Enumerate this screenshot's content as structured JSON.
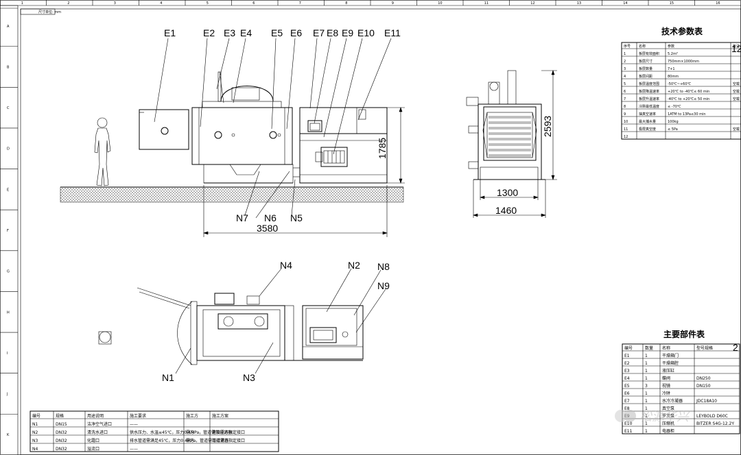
{
  "frame": {
    "top_ruler": [
      "1",
      "2",
      "3",
      "4",
      "5",
      "6",
      "7",
      "8",
      "9",
      "10",
      "11",
      "12",
      "13",
      "14",
      "15",
      "16"
    ],
    "side_ruler": [
      "A",
      "B",
      "C",
      "D",
      "E",
      "F",
      "G",
      "H",
      "I",
      "J",
      "K"
    ],
    "corner_note": "尺寸单位: mm"
  },
  "elevation": {
    "callouts": [
      "E1",
      "E2",
      "E3",
      "E4",
      "E5",
      "E6",
      "E7",
      "E8",
      "E9",
      "E10",
      "E11"
    ],
    "bottom_callouts": [
      "N7",
      "N6",
      "N5"
    ],
    "dim_length": "3580",
    "dim_height": "1785"
  },
  "side_view": {
    "dim_height": "2593",
    "dim_inner_width": "1300",
    "dim_outer_width": "1460"
  },
  "plan_view": {
    "callouts": [
      "N4",
      "N2",
      "N8",
      "N9",
      "N1",
      "N3"
    ]
  },
  "tech_table": {
    "title": "技术参数表",
    "headers": [
      "序号",
      "名称",
      "参数",
      "备注"
    ],
    "rows": [
      [
        "1",
        "板层有效面积",
        "5.2m²",
        ""
      ],
      [
        "2",
        "板层尺寸",
        "750mm×1000mm",
        ""
      ],
      [
        "3",
        "板层数量",
        "7+1",
        ""
      ],
      [
        "4",
        "板层间距",
        "80mm",
        ""
      ],
      [
        "5",
        "板层温度范围",
        "-50℃~+60℃",
        "空载"
      ],
      [
        "6",
        "板层降温速率",
        "+20℃ to -40℃≤ 60 min",
        "空载"
      ],
      [
        "7",
        "板层升温速率",
        "-40℃ to +20℃≤ 50 min",
        "空载"
      ],
      [
        "8",
        "冷阱最低温度",
        "≤ -70℃",
        ""
      ],
      [
        "9",
        "抽真空速率",
        "1ATM to 13Pa≤30 min",
        ""
      ],
      [
        "10",
        "最大捕水量",
        "100kg",
        ""
      ],
      [
        "11",
        "极限真空度",
        "≤ 5Pa",
        "空载"
      ],
      [
        "12",
        "",
        "",
        ""
      ]
    ],
    "edge_mark": "12"
  },
  "parts_table": {
    "title": "主要部件表",
    "headers": [
      "编号",
      "数量",
      "名称",
      "型号规格"
    ],
    "rows": [
      [
        "E1",
        "1",
        "干燥箱门",
        ""
      ],
      [
        "E2",
        "1",
        "干燥箱腔",
        ""
      ],
      [
        "E3",
        "1",
        "液压缸",
        ""
      ],
      [
        "E4",
        "1",
        "蝶阀",
        "DN250"
      ],
      [
        "E5",
        "3",
        "视镜",
        "DN150"
      ],
      [
        "E6",
        "1",
        "冷阱",
        ""
      ],
      [
        "E7",
        "1",
        "水冷冷凝器",
        "JDC18A10"
      ],
      [
        "E8",
        "1",
        "真空泵",
        ""
      ],
      [
        "E9",
        "1",
        "罗茨泵",
        "LEYBOLD D60C"
      ],
      [
        "E10",
        "1",
        "压缩机",
        "BITZER S4G-12.2Y"
      ],
      [
        "E11",
        "1",
        "电器柜",
        ""
      ]
    ],
    "edge_mark": "2"
  },
  "ports_table": {
    "headers": [
      "编号",
      "规格",
      "用途说明",
      "施工要求",
      "施工方",
      "施工方案"
    ],
    "rows": [
      [
        "N1",
        "DN15",
        "洁净空气进口",
        "——",
        "",
        ""
      ],
      [
        "N2",
        "DN32",
        "清洗水进口",
        "供水压力、水温≤45℃，压力0.4MPa，管道需带过滤器",
        "需方",
        "连接需方指定接口"
      ],
      [
        "N3",
        "DN32",
        "化霜口",
        "排水管道需满足45℃，压力0.4MPa，管道需带过滤器",
        "需方",
        "连接需方指定接口"
      ],
      [
        "N4",
        "DN32",
        "溢流口",
        "——",
        "",
        ""
      ]
    ]
  },
  "watermark": "松源华兴"
}
